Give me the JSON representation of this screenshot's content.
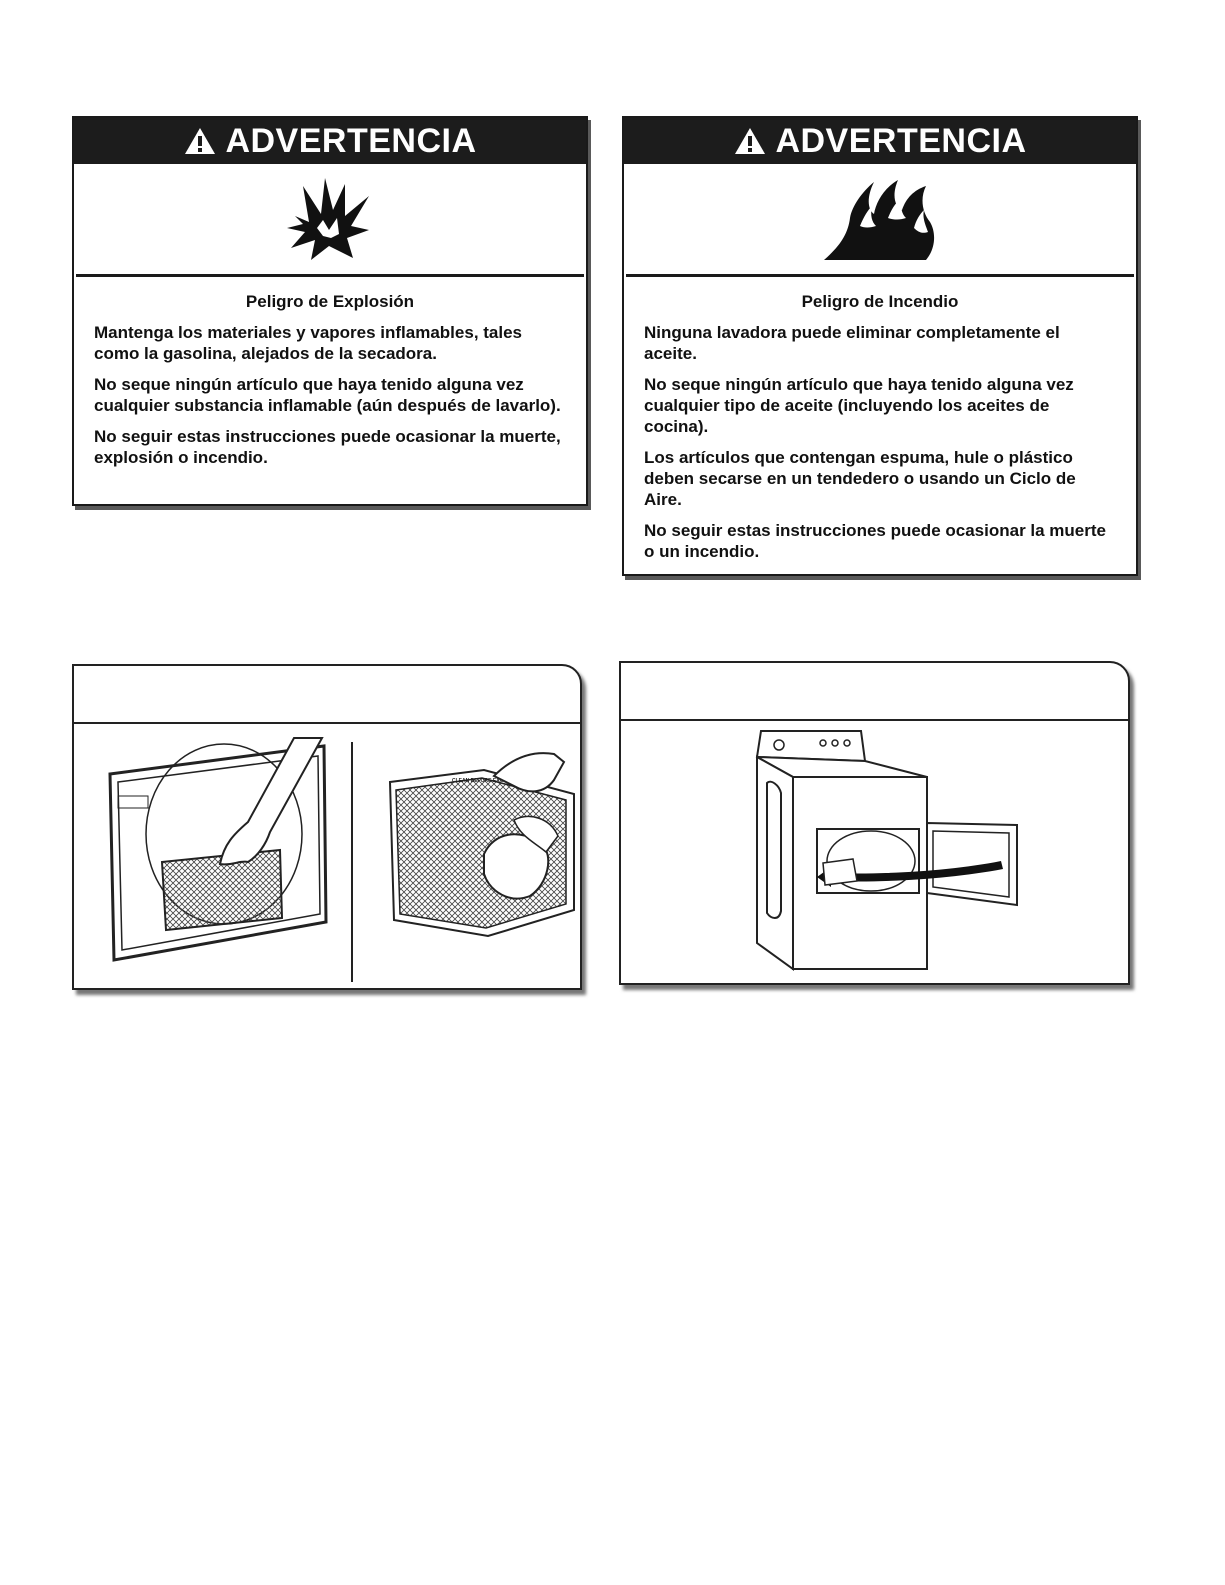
{
  "warnings": [
    {
      "header": "ADVERTENCIA",
      "icon": "explosion-icon",
      "subtitle": "Peligro de Explosión",
      "paragraphs": [
        "Mantenga los materiales y vapores inflamables, tales como la gasolina, alejados de la secadora.",
        "No seque ningún artículo que haya tenido alguna vez cualquier substancia inflamable (aún después de lavarlo).",
        "No seguir estas instrucciones puede ocasionar la muerte, explosión o incendio."
      ]
    },
    {
      "header": "ADVERTENCIA",
      "icon": "fire-icon",
      "subtitle": "Peligro de Incendio",
      "paragraphs": [
        "Ninguna lavadora puede eliminar completamente el aceite.",
        "No seque ningún artículo que haya tenido alguna vez cualquier tipo de aceite (incluyendo los aceites de cocina).",
        "Los artículos que contengan espuma, hule o plástico deben secarse en un tendedero o usando un Ciclo de Aire.",
        "No seguir estas instrucciones puede ocasionar la muerte o un incendio."
      ]
    }
  ],
  "panels": {
    "lint_filter": {
      "label": "CLEAN BEFORE EACH LOAD",
      "icon": "lint-filter-cleaning-illustration"
    },
    "dryer": {
      "icon": "dryer-door-open-illustration"
    }
  }
}
